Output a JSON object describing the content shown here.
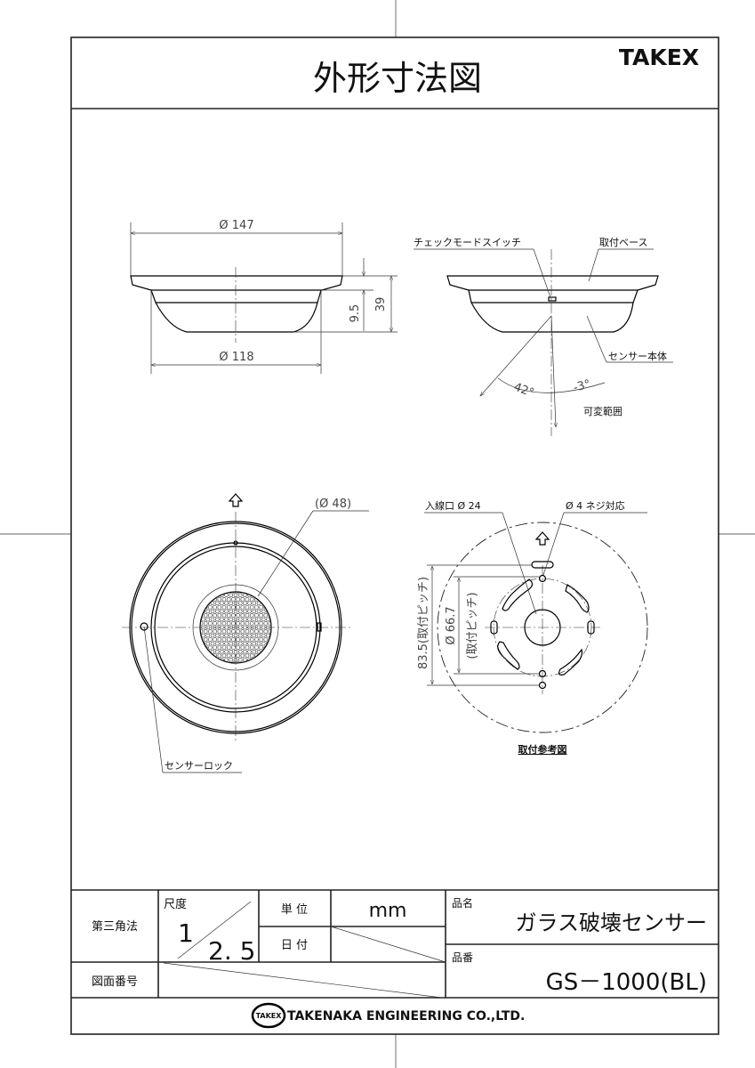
{
  "header": {
    "title": "外形寸法図",
    "brand": "TAKEX"
  },
  "side_view": {
    "dia_top": "Ø 147",
    "dia_bottom": "Ø 118",
    "height_total": "39",
    "height_flange": "9.5"
  },
  "side_view_right": {
    "check_switch": "チェックモードスイッチ",
    "mount_base": "取付ベース",
    "sensor_body": "センサー本体",
    "angle_left": "42°",
    "angle_right": "-3°",
    "range_label": "可変範囲"
  },
  "front_view": {
    "mesh_dia": "(Ø 48)",
    "sensor_lock": "センサーロック"
  },
  "mount_view": {
    "wire_inlet": "入線口 Ø 24",
    "screw": "Ø 4 ネジ対応",
    "pitch_outer": "83.5(取付ピッチ)",
    "pitch_inner": "Ø 66.7",
    "pitch_inner_note": "(取付ピッチ)",
    "caption": "取付参考図"
  },
  "title_block": {
    "projection": "第三角法",
    "scale_label": "尺度",
    "scale_num": "1",
    "scale_den": "2. 5",
    "unit_label": "単 位",
    "unit_value": "mm",
    "date_label": "日 付",
    "name_label": "品名",
    "name_value": "ガラス破壊センサー",
    "number_label": "品番",
    "number_value": "GS－1000(BL)",
    "drawing_no_label": "図面番号",
    "company_logo": "TAKEX",
    "company": "TAKENAKA ENGINEERING CO.,LTD."
  }
}
